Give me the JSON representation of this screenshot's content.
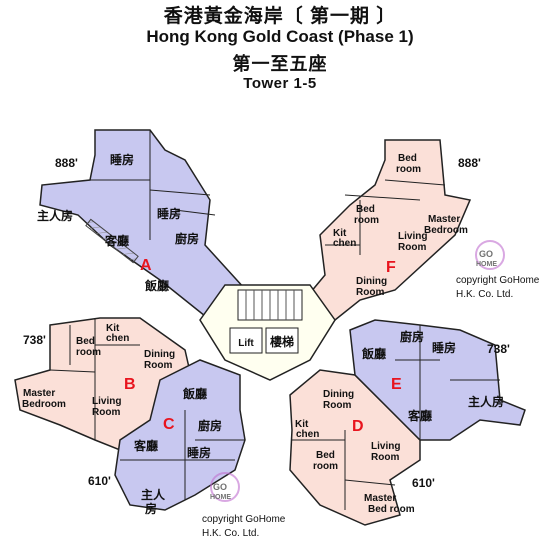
{
  "header": {
    "title_zh": "香港黃金海岸〔 第一期 〕",
    "title_en": "Hong Kong Gold Coast  (Phase 1)",
    "subtitle_zh": "第一至五座",
    "subtitle_en": "Tower 1-5"
  },
  "areas": {
    "a": "888'",
    "f": "888'",
    "b": "738'",
    "e": "738'",
    "c": "610'",
    "d": "610'"
  },
  "units": {
    "a": "A",
    "b": "B",
    "c": "C",
    "d": "D",
    "e": "E",
    "f": "F"
  },
  "rooms": {
    "bedroom_zh": "睡房",
    "master_zh": "主人房",
    "living_zh": "客廳",
    "kitchen_zh": "廚房",
    "dining_zh": "飯廳",
    "master_zh_1": "主人",
    "master_zh_2": "房",
    "bed_1": "Bed",
    "bed_2": "room",
    "master_en_1": "Master",
    "master_en_2": "Bedroom",
    "masterbed_2": "Bed room",
    "kit_1": "Kit",
    "kit_2": "chen",
    "living_1": "Living",
    "living_2": "Room",
    "dining_1": "Dining",
    "dining_2": "Room"
  },
  "core": {
    "lift": "Lift",
    "stair": "樓梯"
  },
  "watermark": {
    "go": "GO",
    "home": "HOME"
  },
  "copyright": {
    "line1": "copyright GoHome",
    "line2": "H.K. Co. Ltd."
  },
  "colors": {
    "purple": "#c8c8f0",
    "pink": "#fbe0d8",
    "core": "#fffff0",
    "outline": "#222222",
    "letter": "#e8141e"
  }
}
